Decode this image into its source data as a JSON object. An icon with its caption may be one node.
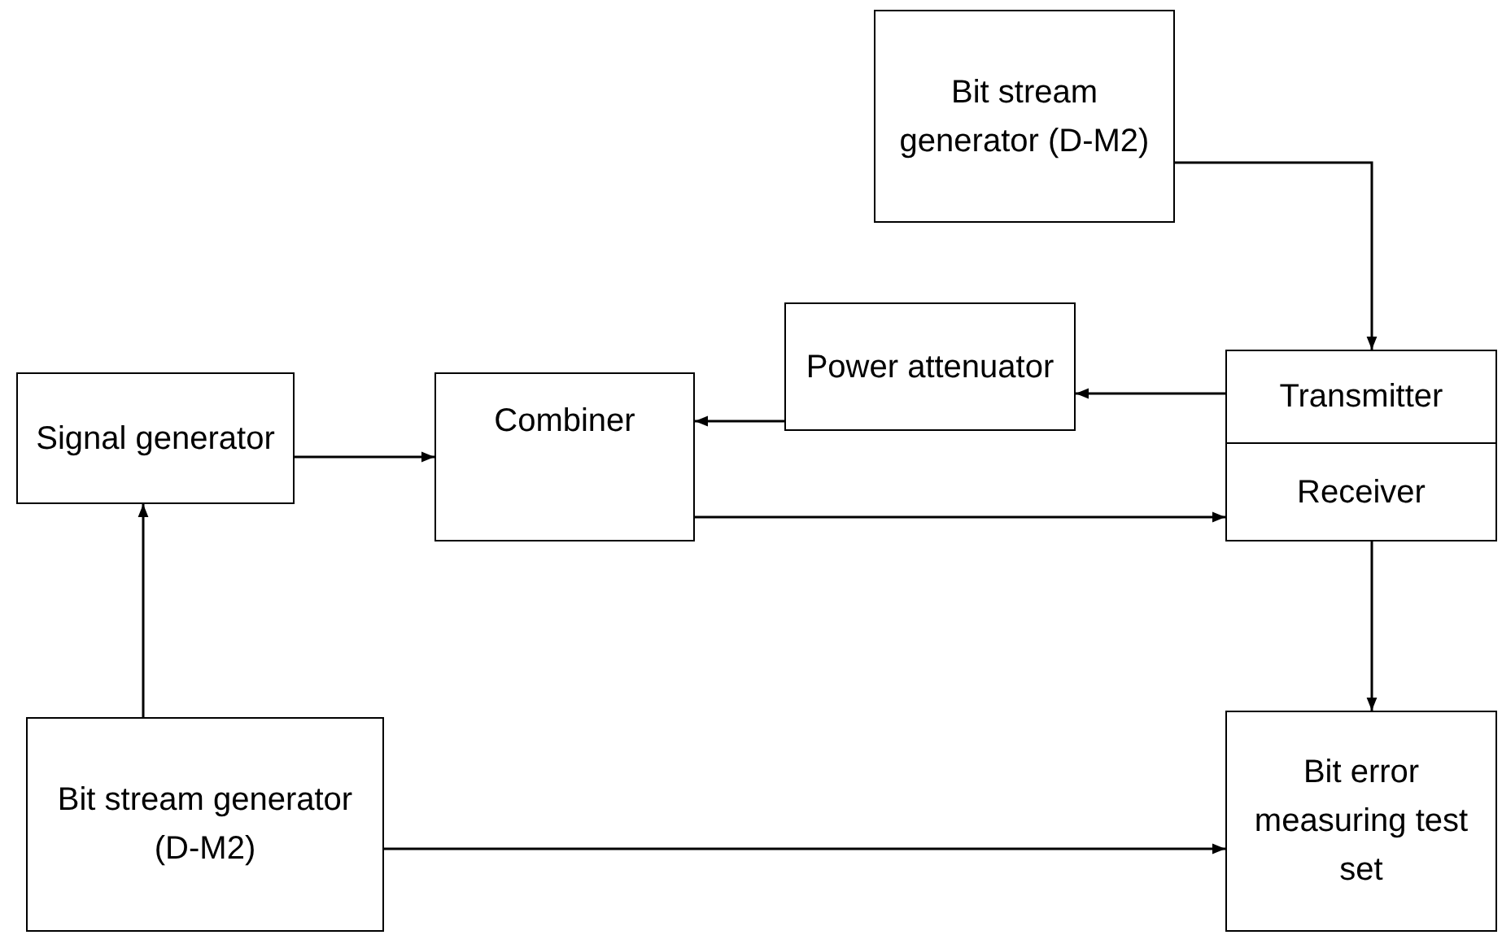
{
  "diagram": {
    "nodes": [
      {
        "text": [
          "Bit stream generator (D-M2)"
        ]
      },
      {
        "text": [
          "Power attenuator"
        ]
      },
      {
        "text": [
          "Signal generator"
        ]
      },
      {
        "text": [
          "Combiner"
        ]
      },
      {
        "text": [
          "Transmitter"
        ]
      },
      {
        "text": [
          "Receiver"
        ]
      },
      {
        "text": [
          "Bit stream generator (D-M2)"
        ]
      },
      {
        "text": [
          "Bit error measuring test set"
        ]
      }
    ],
    "edges": [
      {
        "from": 0,
        "to": 4,
        "arrow": "to"
      },
      {
        "from": 4,
        "to": 1,
        "arrow": "to"
      },
      {
        "from": 1,
        "to": 3,
        "arrow": "to"
      },
      {
        "from": 2,
        "to": 3,
        "arrow": "to"
      },
      {
        "from": 3,
        "to": 5,
        "arrow": "to"
      },
      {
        "from": 5,
        "to": 7,
        "arrow": "to"
      },
      {
        "from": 6,
        "to": 2,
        "arrow": "to"
      },
      {
        "from": 6,
        "to": 7,
        "arrow": "to"
      }
    ]
  }
}
